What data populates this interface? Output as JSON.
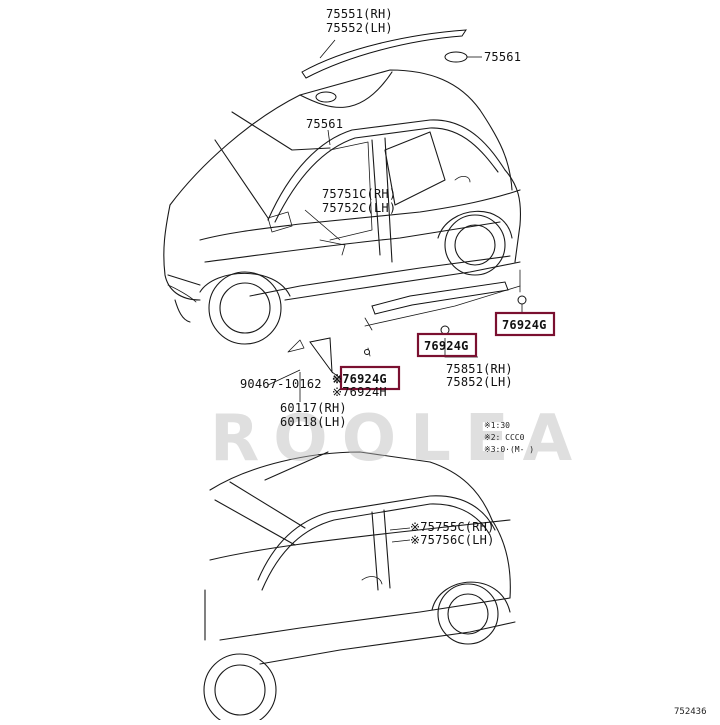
{
  "watermark": "ROOLEA",
  "figure_number": "752436",
  "highlight_color": "#7a1030",
  "labels": {
    "l75551": "75551(RH)",
    "l75552": "75552(LH)",
    "l75561a": "75561",
    "l75561b": "75561",
    "l75751": "75751C(RH)",
    "l75752": "75752C(LH)",
    "l76924_right": "76924G",
    "l76924_mid": "76924G",
    "l76924_left": "※76924G",
    "l76924h": "※76924H",
    "l75851": "75851(RH)",
    "l75852": "75852(LH)",
    "l90467": "90467-10162",
    "l60117": "60117(RH)",
    "l60118": "60118(LH)",
    "l75755": "※75755C(RH)",
    "l75756": "※75756C(LH)"
  },
  "notes": [
    "※1:30",
    "※2:        CCC0",
    "※3:0·(M-        )"
  ]
}
